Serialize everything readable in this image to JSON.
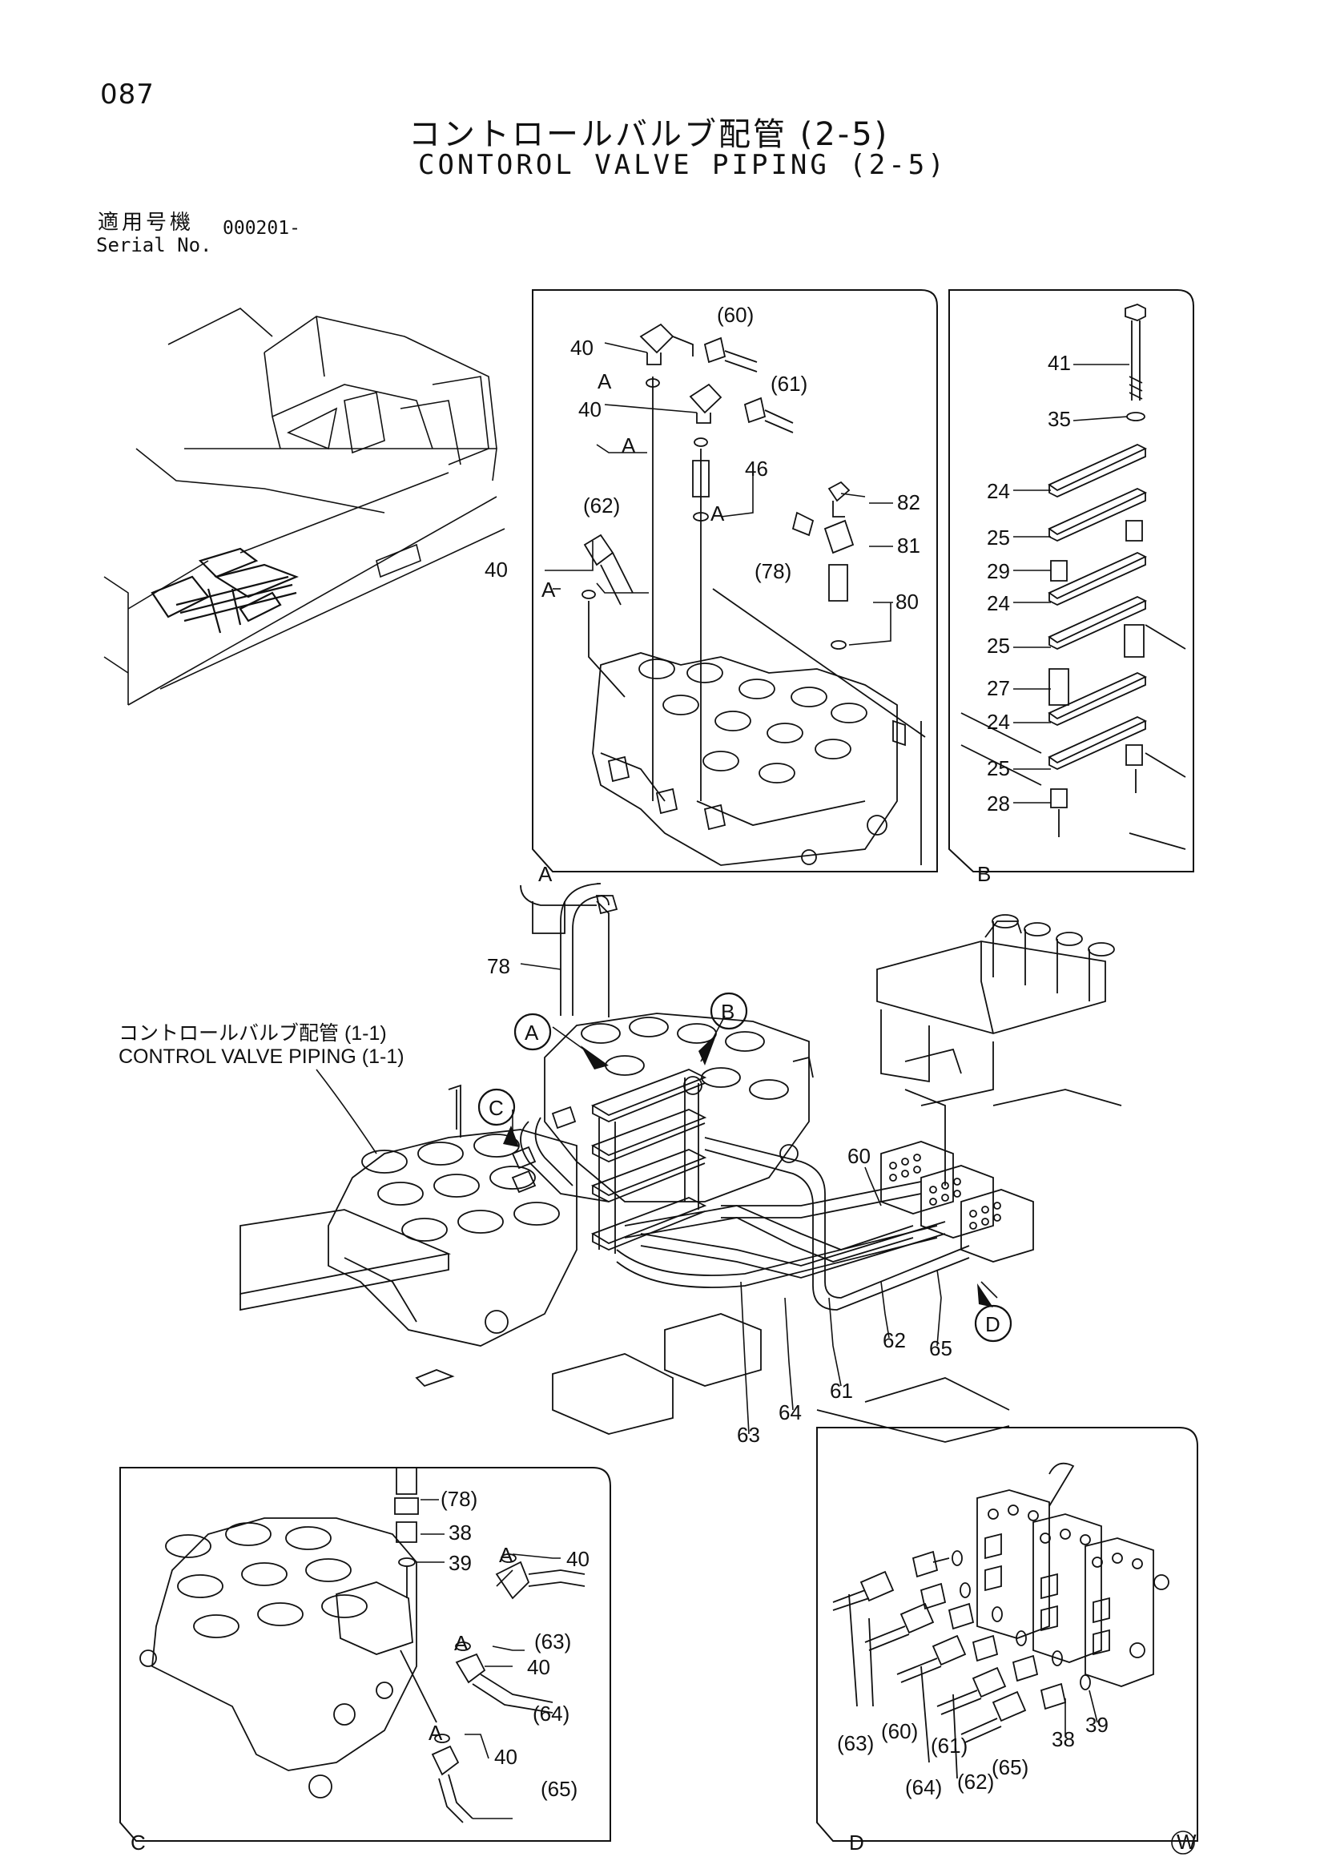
{
  "page_number": "087",
  "title_jp": "コントロールバルブ配管 (2-5)",
  "title_en": "CONTOROL VALVE PIPING (2-5)",
  "serial": {
    "label_jp": "適用号機",
    "label_en": "Serial No.",
    "value": "000201-"
  },
  "main_note": {
    "jp": "コントロールバルブ配管 (1-1)",
    "en": "CONTROL VALVE PIPING (1-1)"
  },
  "callouts": [
    "A",
    "B",
    "C",
    "D"
  ],
  "watermark": "W",
  "panel_A": {
    "label": "A",
    "parts": [
      "(60)",
      "(61)",
      "40",
      "40",
      "40",
      "A",
      "A",
      "A",
      "A",
      "(62)",
      "46",
      "(78)",
      "82",
      "81",
      "80"
    ]
  },
  "panel_B": {
    "label": "B",
    "parts": [
      "41",
      "35",
      "24",
      "25",
      "29",
      "24",
      "25",
      "27",
      "24",
      "25",
      "28"
    ]
  },
  "main_view": {
    "parts": [
      "78",
      "60",
      "62",
      "65",
      "61",
      "64",
      "63"
    ]
  },
  "panel_C": {
    "label": "C",
    "parts": [
      "(78)",
      "38",
      "39",
      "A",
      "40",
      "(63)",
      "A",
      "40",
      "(64)",
      "A",
      "40",
      "(65)"
    ]
  },
  "panel_D": {
    "label": "D",
    "parts": [
      "(63)",
      "(60)",
      "(61)",
      "(64)",
      "(62)",
      "(65)",
      "38",
      "39"
    ]
  }
}
